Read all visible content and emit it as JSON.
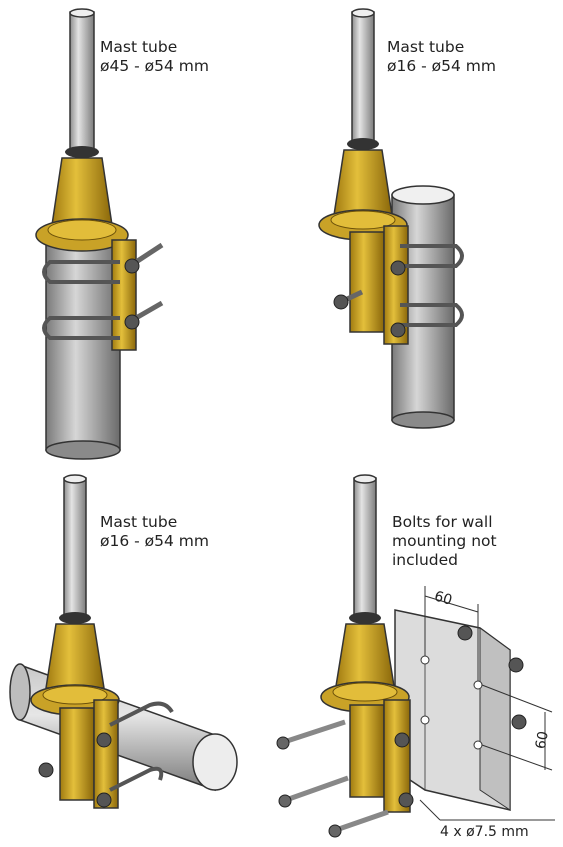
{
  "panels": [
    {
      "id": "vertical",
      "caption_lines": [
        "Mast tube",
        "ø45 - ø54 mm"
      ]
    },
    {
      "id": "side",
      "caption_lines": [
        "Mast tube",
        "ø16 - ø54 mm"
      ]
    },
    {
      "id": "horizontal",
      "caption_lines": [
        "Mast tube",
        "ø16 - ø54 mm"
      ]
    },
    {
      "id": "wall",
      "caption_lines": [
        "Bolts for wall",
        "mounting not",
        "included"
      ]
    }
  ],
  "dimensions": {
    "hole_spacing_h": "60",
    "hole_spacing_v": "60",
    "holes": "4 x ø7.5 mm"
  },
  "colors": {
    "brass": "#c9a227",
    "brass_dark": "#7d5f0c",
    "mast": "#c8c8c8",
    "steel": "#9a9a9a",
    "plate": "#d9d9d9"
  }
}
